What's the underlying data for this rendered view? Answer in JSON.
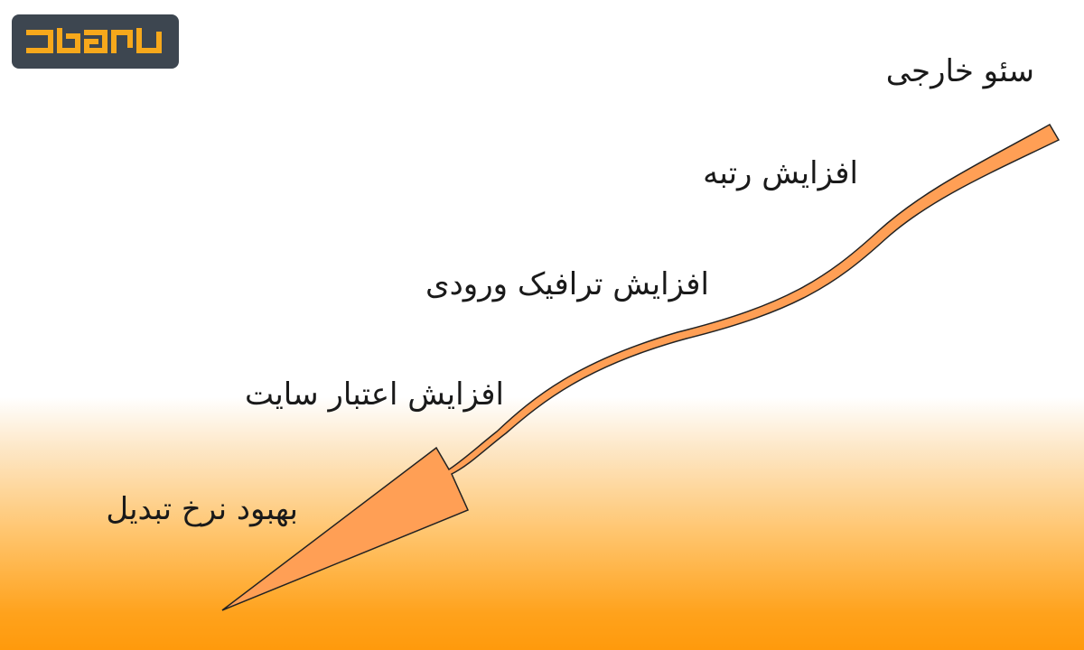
{
  "logo": {
    "icon": "brand-logo-icon",
    "badge_color": "#3d4650",
    "accent_color": "#f7a81b"
  },
  "arrow": {
    "icon": "downward-flow-arrow",
    "fill_color": "#ff9f55",
    "stroke_color": "#222222"
  },
  "steps": [
    {
      "label": "سئو خارجی"
    },
    {
      "label": "افزایش رتبه"
    },
    {
      "label": "افزایش ترافیک ورودی"
    },
    {
      "label": "افزایش اعتبار سایت"
    },
    {
      "label": "بهبود نرخ تبدیل"
    }
  ],
  "background": {
    "top_color": "#ffffff",
    "bottom_color": "#ff9a0c"
  }
}
